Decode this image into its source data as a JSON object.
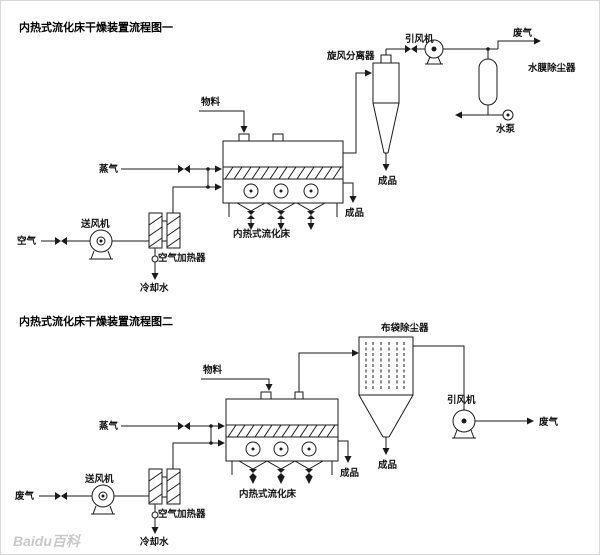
{
  "diagram1": {
    "title": "内热式流化床干燥装置流程图一",
    "labels": {
      "cyclone": "旋风分离器",
      "induced_fan": "引风机",
      "exhaust_gas": "废气",
      "water_film_dust_collector": "水膜除尘器",
      "water_pump": "水泵",
      "material": "物料",
      "steam": "蒸气",
      "blower": "送风机",
      "air": "空气",
      "fluidized_bed": "内热式流化床",
      "air_heater": "空气加热器",
      "cooling_water": "冷却水",
      "product_cyclone": "成品",
      "product_bed": "成品"
    }
  },
  "diagram2": {
    "title": "内热式流化床干燥装置流程图二",
    "labels": {
      "bag_dust_collector": "布袋除尘器",
      "induced_fan": "引风机",
      "exhaust_gas": "废气",
      "material": "物料",
      "steam": "蒸气",
      "blower": "送风机",
      "waste_gas_inlet": "废气",
      "fluidized_bed": "内热式流化床",
      "air_heater": "空气加热器",
      "cooling_water": "冷却水",
      "product_filter": "成品",
      "product_bed": "成品"
    }
  },
  "watermark": "Baidu百科"
}
